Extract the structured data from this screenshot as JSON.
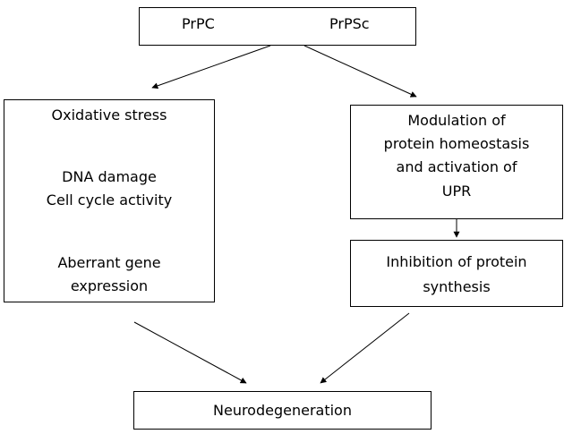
{
  "top": {
    "left_label": "PrPC",
    "right_label": "PrPSc"
  },
  "left_box": {
    "line1": "Oxidative stress",
    "line2": "DNA damage",
    "line3": "Cell cycle activity",
    "line4": "Aberrant gene",
    "line5": "expression"
  },
  "right_top_box": {
    "line1": "Modulation of",
    "line2": "protein homeostasis",
    "line3": "and activation of",
    "line4": "UPR"
  },
  "right_bottom_box": {
    "line1": "Inhibition of protein",
    "line2": "synthesis"
  },
  "bottom_box": {
    "label": "Neurodegeneration"
  }
}
